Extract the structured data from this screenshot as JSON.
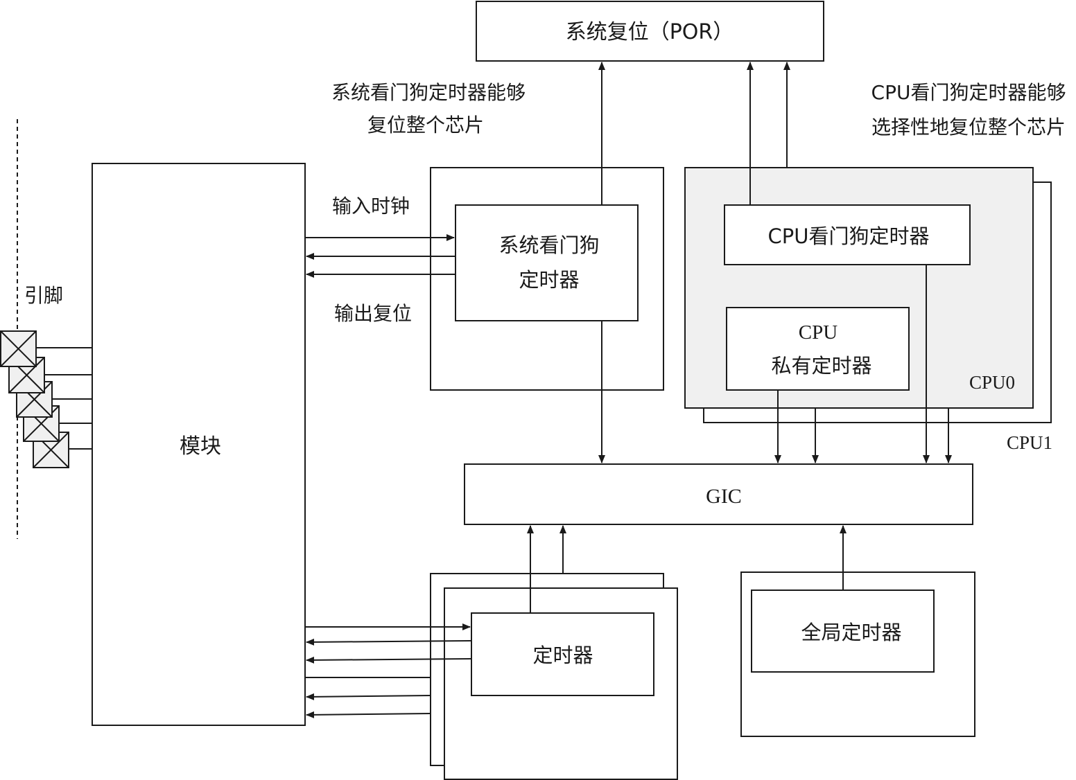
{
  "nodes": {
    "por": "系统复位（POR）",
    "module": "模块",
    "sys_wdt_line1": "系统看门狗",
    "sys_wdt_line2": "定时器",
    "cpu_wdt": "CPU看门狗定时器",
    "cpu_private_line1": "CPU",
    "cpu_private_line2": "私有定时器",
    "cpu0": "CPU0",
    "cpu1": "CPU1",
    "gic": "GIC",
    "timer": "定时器",
    "global_timer": "全局定时器"
  },
  "labels": {
    "pins": "引脚",
    "input_clock": "输入时钟",
    "output_reset": "输出复位",
    "sys_wdt_note_line1": "系统看门狗定时器能够",
    "sys_wdt_note_line2": "复位整个芯片",
    "cpu_wdt_note_line1": "CPU看门狗定时器能够",
    "cpu_wdt_note_line2": "选择性地复位整个芯片"
  }
}
